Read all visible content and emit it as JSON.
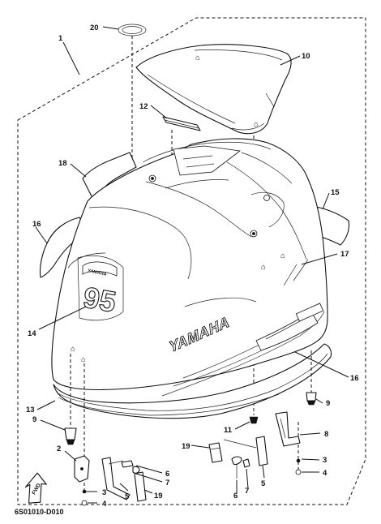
{
  "drawing_code": "6S01010-D010",
  "fwd_label": "FWD",
  "brand_text": "YAMAHA",
  "model_emblem_number": "95",
  "callouts": {
    "c1": "1",
    "c2": "2",
    "c3a": "3",
    "c3b": "3",
    "c4a": "4",
    "c4b": "4",
    "c5a": "5",
    "c5b": "5",
    "c6a": "6",
    "c6b": "6",
    "c7a": "7",
    "c7b": "7",
    "c8": "8",
    "c9a": "9",
    "c9b": "9",
    "c10": "10",
    "c11": "11",
    "c12": "12",
    "c13": "13",
    "c14": "14",
    "c15": "15",
    "c16a": "16",
    "c16b": "16",
    "c17": "17",
    "c18": "18",
    "c19a": "19",
    "c19b": "19",
    "c20": "20"
  }
}
